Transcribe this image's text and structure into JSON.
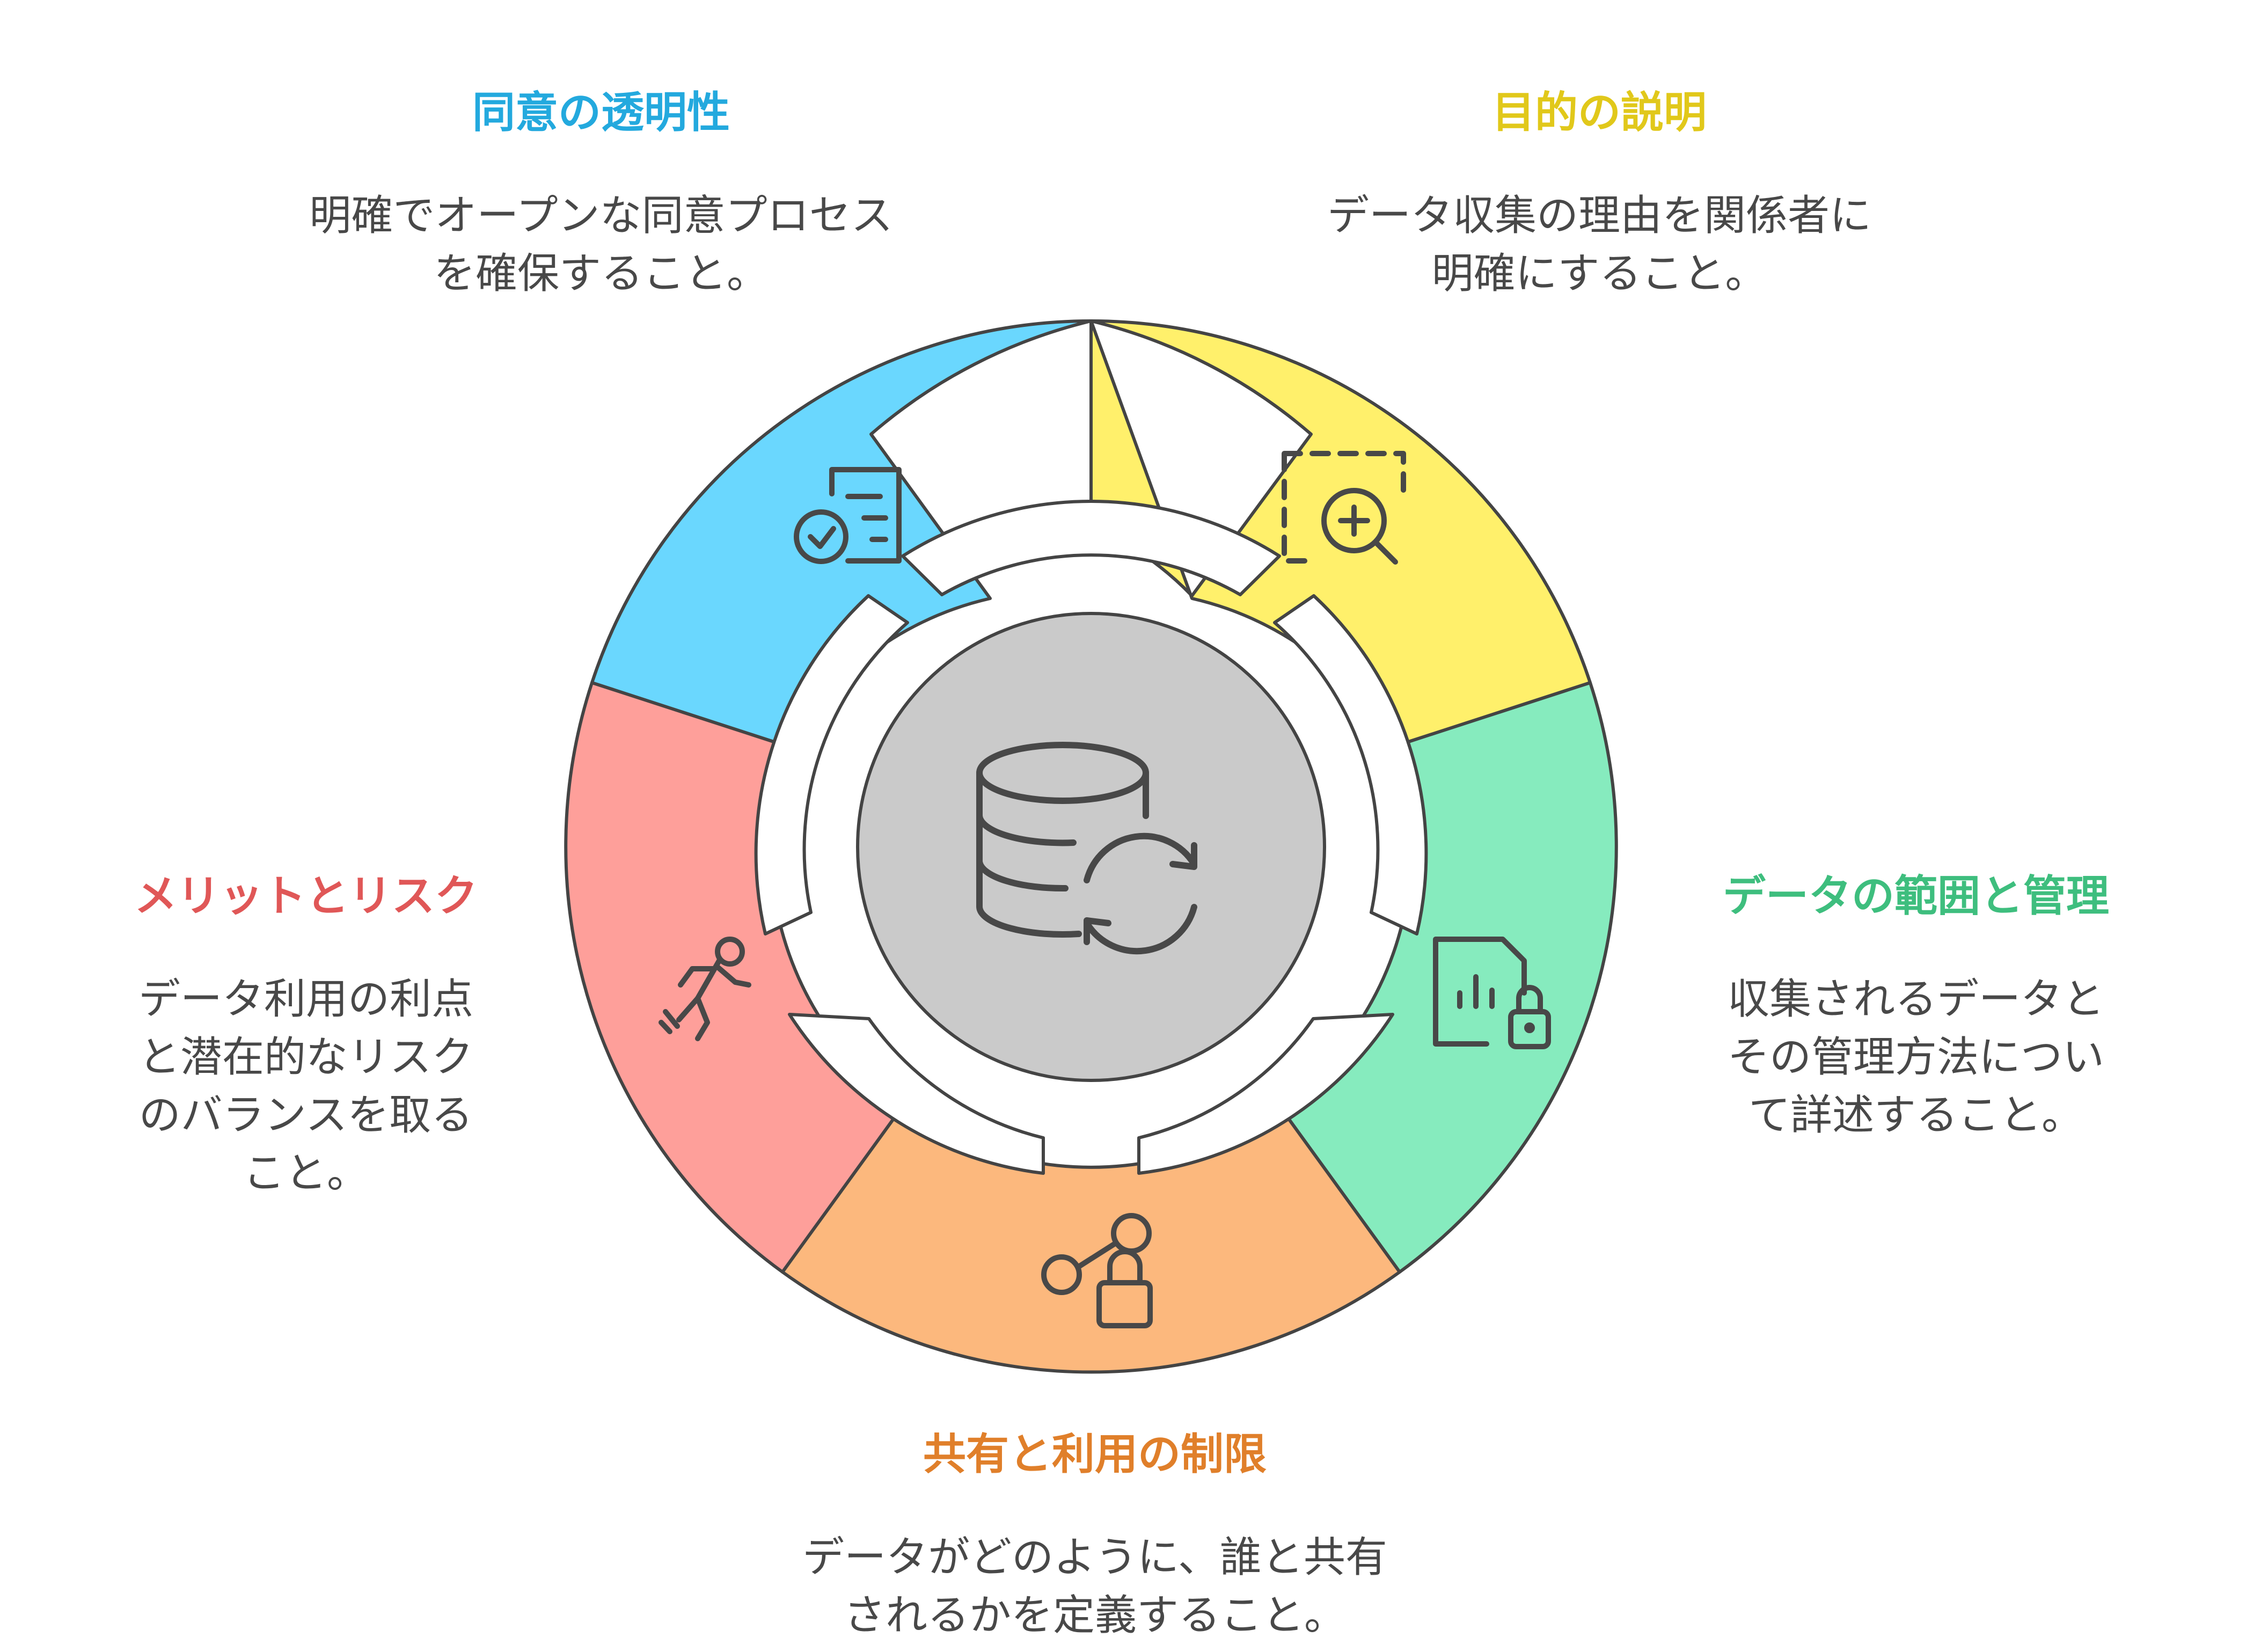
{
  "center": {
    "icon": "database-sync-icon"
  },
  "segments": [
    {
      "key": "consent",
      "title": "同意の透明性",
      "description": [
        "明確でオープンな同意プロセス",
        "を確保すること。"
      ],
      "color": "#6ad7fe",
      "title_color": "#23a9de",
      "icon": "document-check-icon"
    },
    {
      "key": "purpose",
      "title": "目的の説明",
      "description": [
        "データ収集の理由を関係者に",
        "明確にすること。"
      ],
      "color": "#fff06b",
      "title_color": "#e1c81a",
      "icon": "search-zoom-icon"
    },
    {
      "key": "scope",
      "title": "データの範囲と管理",
      "description": [
        "収集されるデータと",
        "その管理方法につい",
        "て詳述すること。"
      ],
      "color": "#86ebbe",
      "title_color": "#3ebe7e",
      "icon": "file-lock-icon"
    },
    {
      "key": "sharing",
      "title": "共有と利用の制限",
      "description": [
        "データがどのように、誰と共有",
        "されるかを定義すること。"
      ],
      "color": "#fcb87d",
      "title_color": "#e07f2a",
      "icon": "share-lock-icon"
    },
    {
      "key": "risk",
      "title": "メリットとリスク",
      "description": [
        "データ利用の利点",
        "と潜在的なリスク",
        "のバランスを取る",
        "こと。"
      ],
      "color": "#fe9f9a",
      "title_color": "#e05757",
      "icon": "falling-person-icon"
    }
  ]
}
